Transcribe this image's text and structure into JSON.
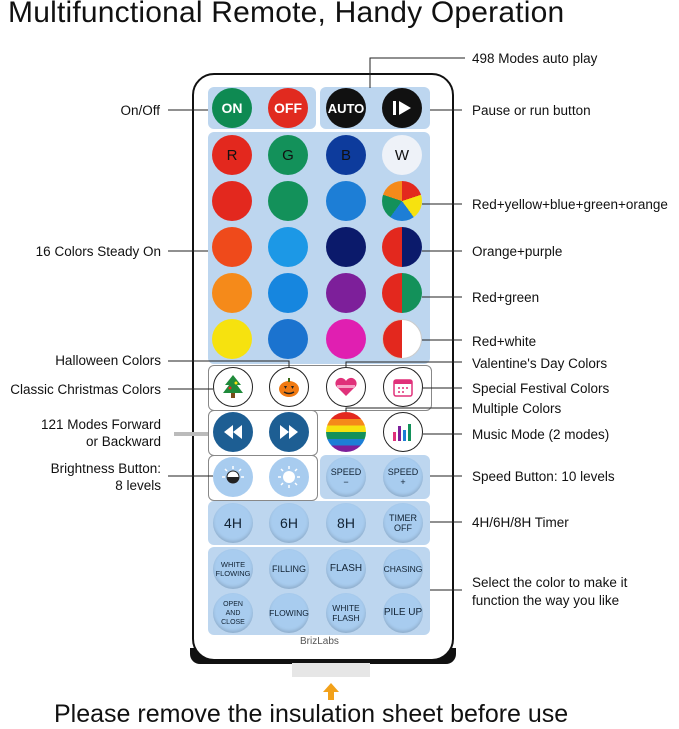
{
  "title": "Multifunctional Remote, Handy Operation",
  "footer": "Please remove the insulation sheet before use",
  "brand": "BrizLabs",
  "power": {
    "on": "ON",
    "off": "OFF",
    "auto": "AUTO"
  },
  "rgbw": {
    "r": "R",
    "g": "G",
    "b": "B",
    "w": "W"
  },
  "colors": {
    "row1": [
      "#e3281e",
      "#13915a",
      "#1d7ed6"
    ],
    "row2": [
      "#ef4a1b",
      "#1c98e6",
      "#0b1a6b"
    ],
    "row3": [
      "#f58a1a",
      "#1686df",
      "#7d1f9a"
    ],
    "row4": [
      "#f6e20f",
      "#1b73cf",
      "#e01fb1"
    ]
  },
  "speed": {
    "minus_line1": "SPEED",
    "minus_line2": "−",
    "plus_line1": "SPEED",
    "plus_line2": "+"
  },
  "timers": {
    "t4": "4H",
    "t6": "6H",
    "t8": "8H",
    "off_line1": "TIMER",
    "off_line2": "OFF"
  },
  "modes": {
    "white_flowing_1": "WHITE",
    "white_flowing_2": "FLOWING",
    "filling": "FILLING",
    "flash": "FLASH",
    "chasing": "CHASING",
    "open_close_1": "OPEN",
    "open_close_2": "AND CLOSE",
    "flowing": "FLOWING",
    "white_flash_1": "WHITE",
    "white_flash_2": "FLASH",
    "pile_up": "PILE UP"
  },
  "labels": {
    "modes_auto": "498 Modes auto play",
    "on_off": "On/Off",
    "pause_run": "Pause or run button",
    "rybgo": "Red+yellow+blue+green+orange",
    "steady": "16 Colors Steady On",
    "orange_purple": "Orange+purple",
    "red_green": "Red+green",
    "red_white": "Red+white",
    "halloween": "Halloween Colors",
    "valentine": "Valentine's Day Colors",
    "christmas": "Classic Christmas Colors",
    "festival": "Special Festival Colors",
    "multiple": "Multiple Colors",
    "fwd_back_1": "121 Modes Forward",
    "fwd_back_2": "or Backward",
    "music": "Music Mode (2 modes)",
    "brightness_1": "Brightness Button:",
    "brightness_2": "8 levels",
    "speed_btn": "Speed Button: 10 levels",
    "timer": "4H/6H/8H Timer",
    "select_1": "Select the color to make it",
    "select_2": "function the way you like"
  }
}
